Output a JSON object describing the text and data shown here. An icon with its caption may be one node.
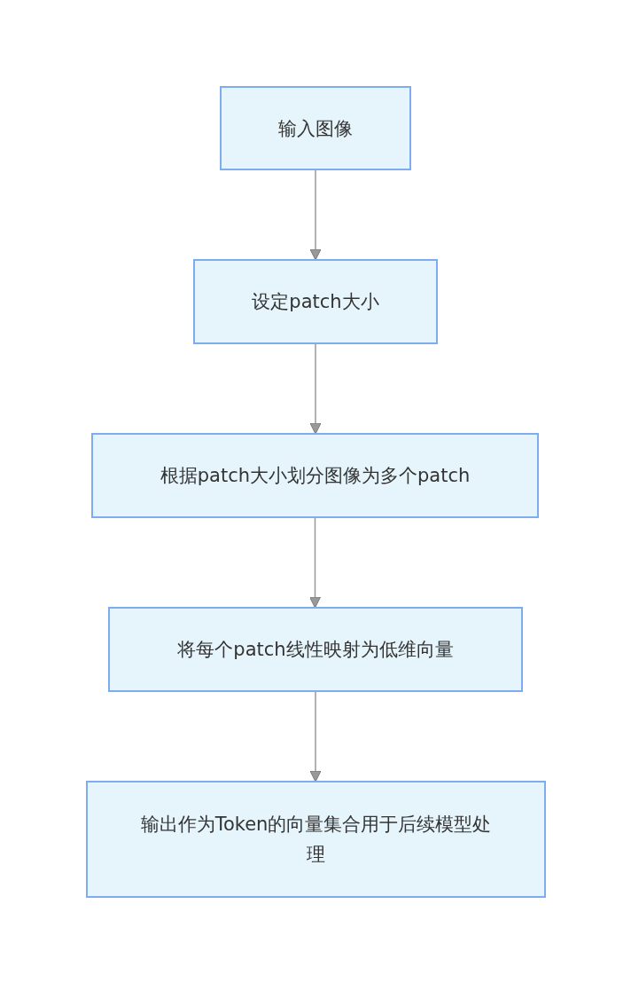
{
  "diagram": {
    "nodes": [
      {
        "text": [
          "输入图像"
        ]
      },
      {
        "text": [
          "设定patch大小"
        ]
      },
      {
        "text": [
          "根据patch大小划分图像为多个patch"
        ]
      },
      {
        "text": [
          "将每个patch线性映射为低维向量"
        ]
      },
      {
        "text": [
          "输出作为Token的向量集合用于后续模型处理"
        ]
      }
    ],
    "edges": [
      {
        "from": 0,
        "to": 1,
        "arrow": "to"
      },
      {
        "from": 1,
        "to": 2,
        "arrow": "to"
      },
      {
        "from": 2,
        "to": 3,
        "arrow": "to"
      },
      {
        "from": 3,
        "to": 4,
        "arrow": "to"
      }
    ]
  }
}
